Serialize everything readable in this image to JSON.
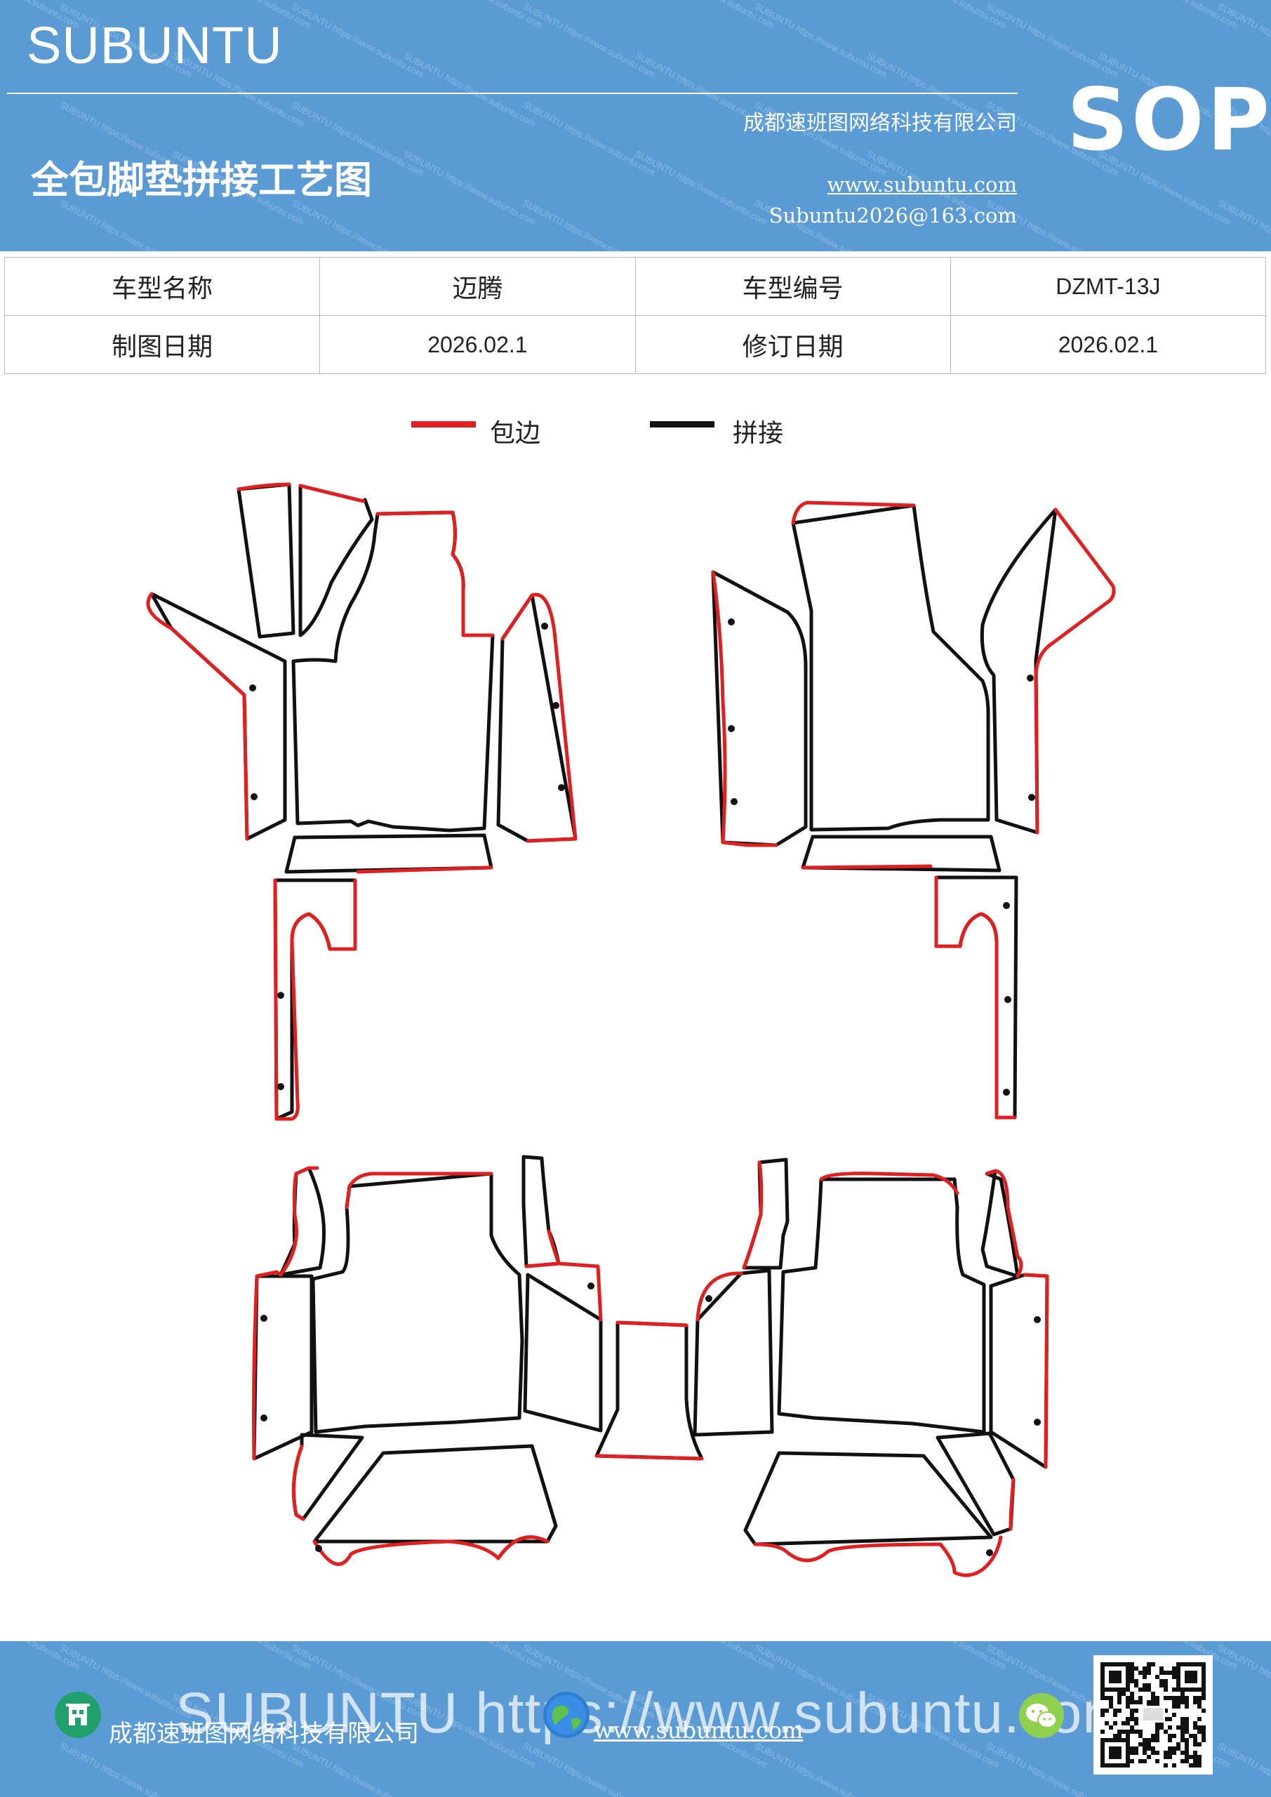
{
  "header": {
    "brand": "SUBUNTU",
    "company": "成都速班图网络科技有限公司",
    "title": "全包脚垫拼接工艺图",
    "website": "www.subuntu.com",
    "email": "Subuntu2026@163.com",
    "badge": "SOP",
    "watermark": "SUBUNTU https://www.subuntu.com"
  },
  "info_table": {
    "rows": [
      {
        "label1": "车型名称",
        "value1": "迈腾",
        "label2": "车型编号",
        "value2": "DZMT-13J"
      },
      {
        "label1": "制图日期",
        "value1": "2026.02.1",
        "label2": "修订日期",
        "value2": "2026.02.1"
      }
    ]
  },
  "legend": {
    "items": [
      {
        "label": "包边",
        "color": "#e02020"
      },
      {
        "label": "拼接",
        "color": "#111111"
      }
    ]
  },
  "diagram": {
    "edge_color": "#e02020",
    "seam_color": "#111111"
  },
  "footer": {
    "watermark_text": "SUBUNTU https://www.subuntu.com",
    "company": "成都速班图网络科技有限公司",
    "website": "www.subuntu.com",
    "icons": [
      "building-icon",
      "globe-icon",
      "wechat-icon",
      "qr-code"
    ]
  }
}
